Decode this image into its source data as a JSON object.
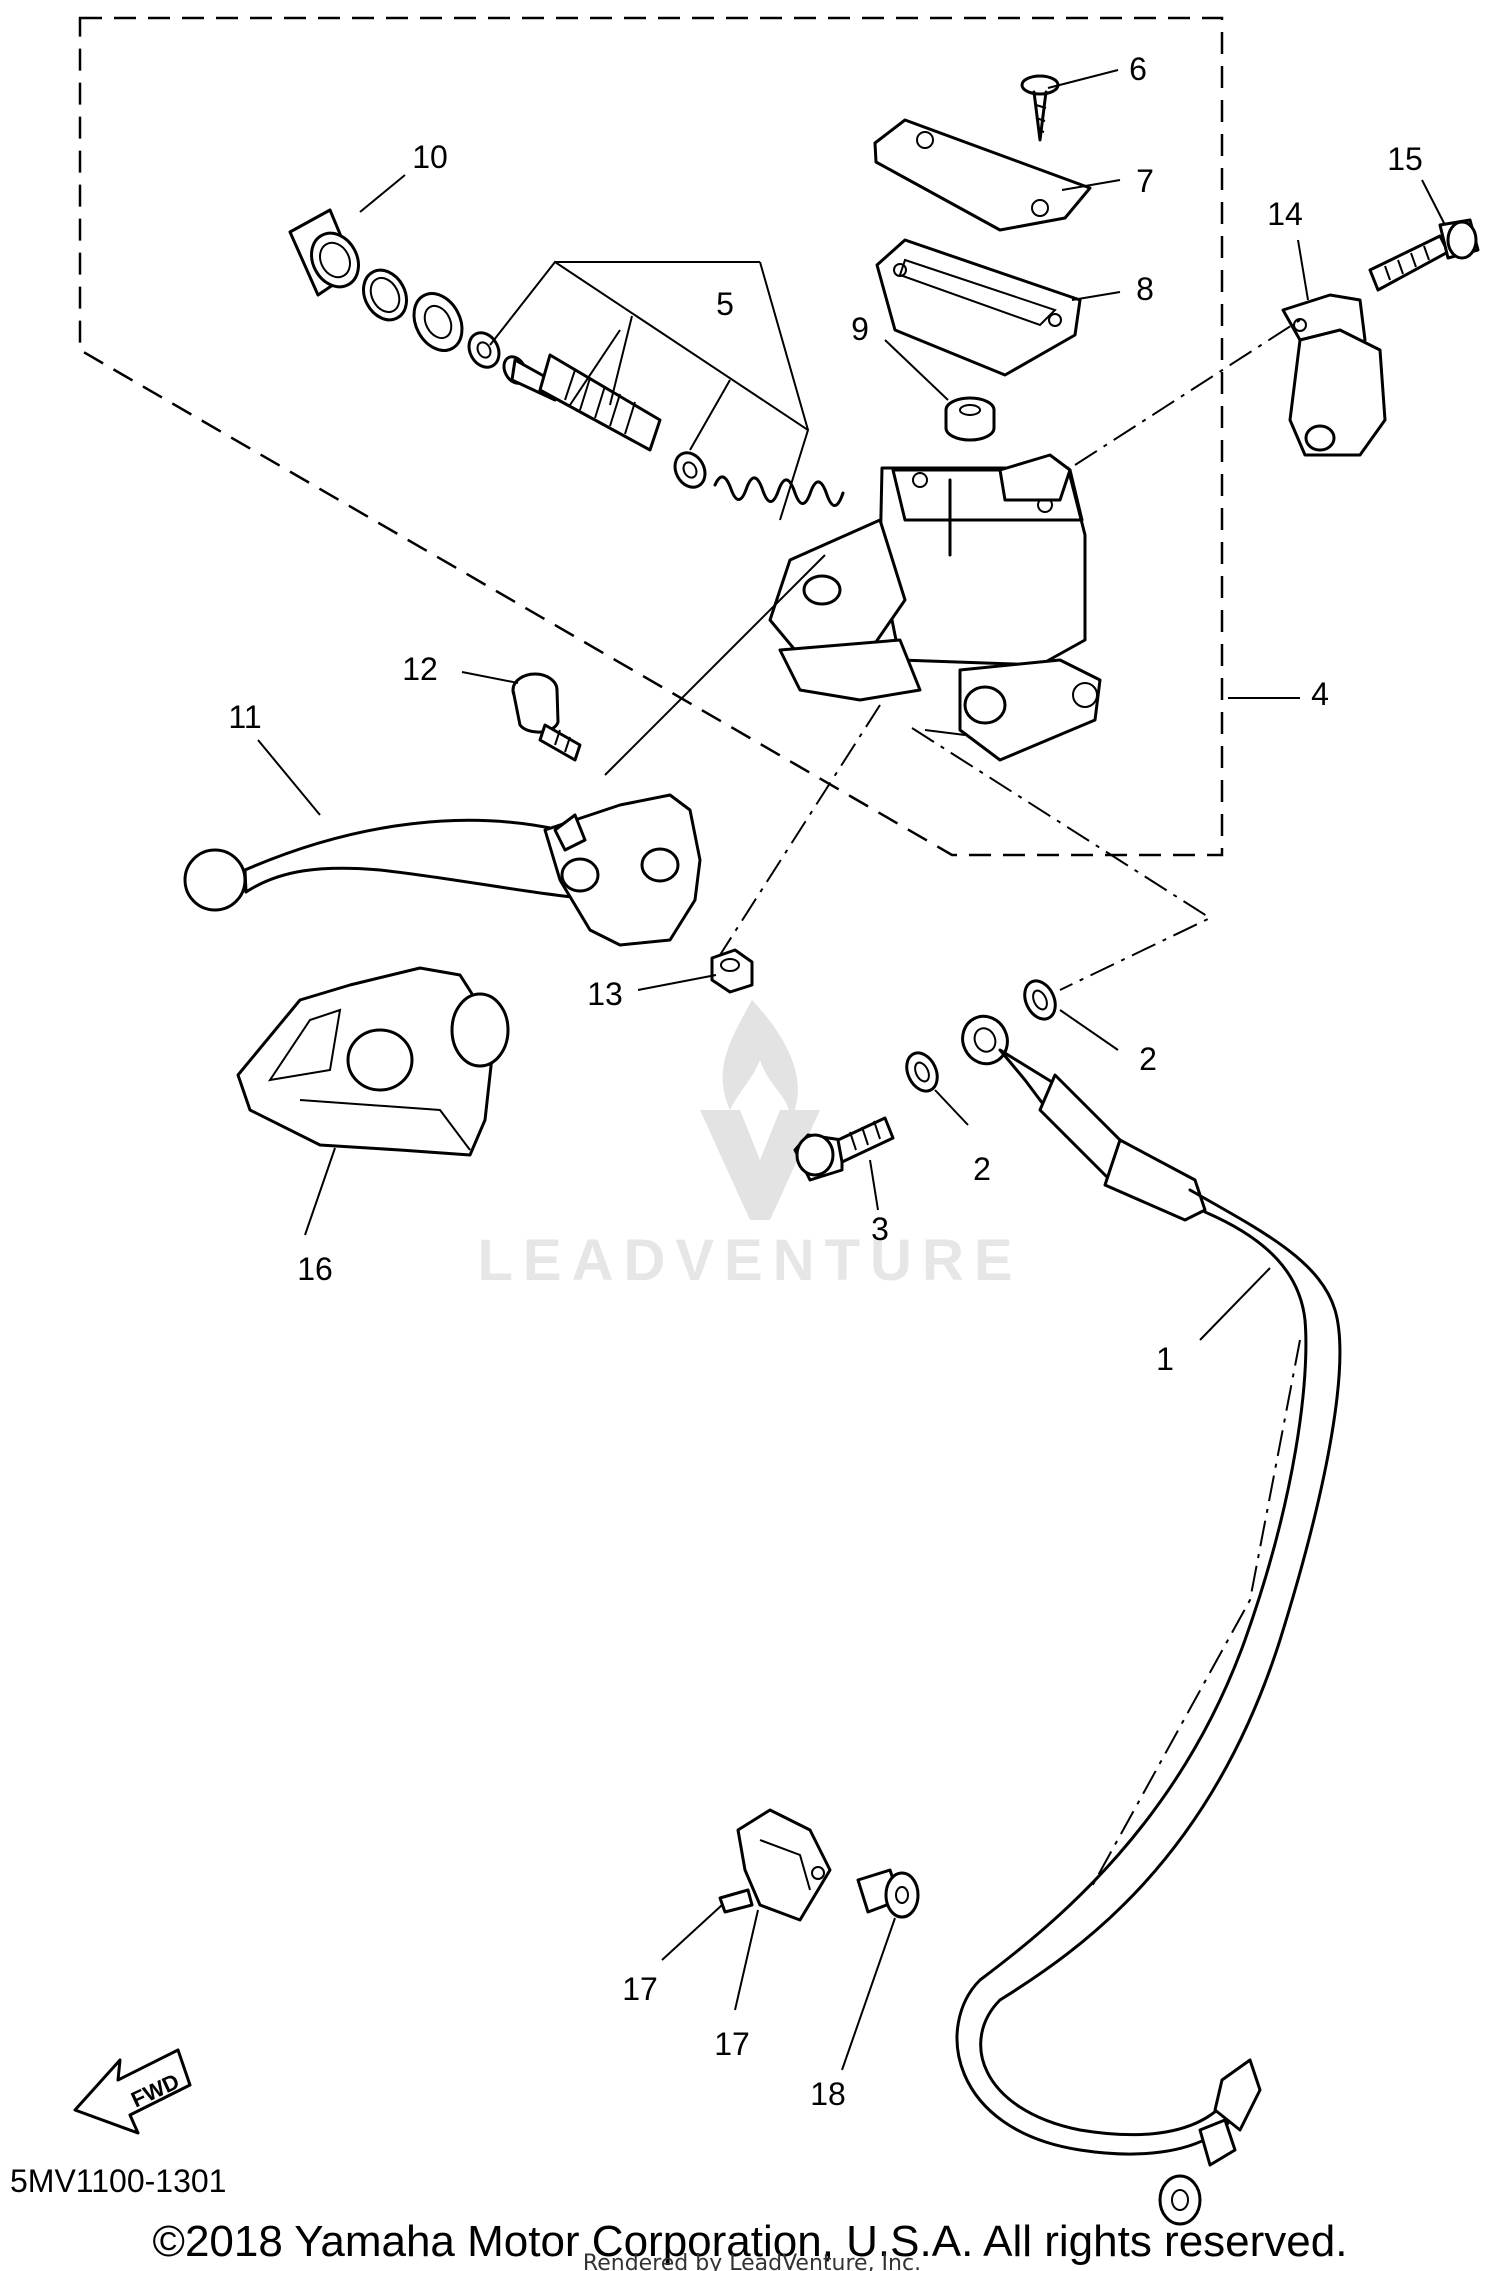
{
  "diagram": {
    "callouts": {
      "c1": "1",
      "c2a": "2",
      "c2b": "2",
      "c3": "3",
      "c4": "4",
      "c5": "5",
      "c6": "6",
      "c7": "7",
      "c8": "8",
      "c9": "9",
      "c10": "10",
      "c11": "11",
      "c12": "12",
      "c13": "13",
      "c14": "14",
      "c15": "15",
      "c16": "16",
      "c17a": "17",
      "c17b": "17",
      "c18": "18"
    },
    "fwd_label": "FWD",
    "diagram_code": "5MV1100-1301"
  },
  "watermark": {
    "text": "LEADVENTURE"
  },
  "footer": {
    "copyright": "©2018 Yamaha Motor Corporation, U.S.A. All rights reserved.",
    "rendered_by": "Rendered by LeadVenture, Inc."
  }
}
